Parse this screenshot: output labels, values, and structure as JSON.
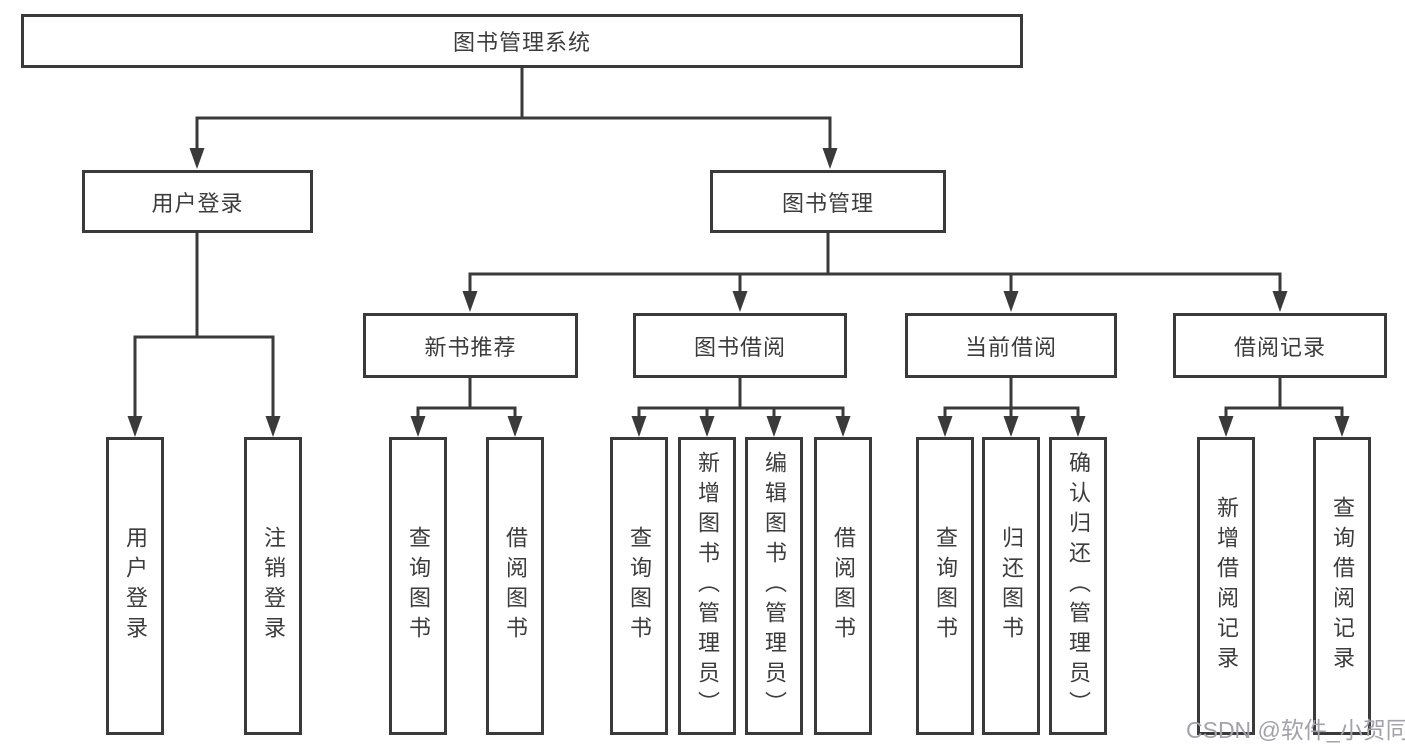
{
  "tree": {
    "root": {
      "label": "图书管理系统"
    },
    "branches": [
      {
        "label": "用户登录",
        "children": [
          {
            "label": "用户登录"
          },
          {
            "label": "注销登录"
          }
        ]
      },
      {
        "label": "图书管理",
        "children": [
          {
            "label": "新书推荐",
            "children": [
              {
                "label": "查询图书"
              },
              {
                "label": "借阅图书"
              }
            ]
          },
          {
            "label": "图书借阅",
            "children": [
              {
                "label": "查询图书"
              },
              {
                "label": "新增图书（管理员）"
              },
              {
                "label": "编辑图书（管理员）"
              },
              {
                "label": "借阅图书"
              }
            ]
          },
          {
            "label": "当前借阅",
            "children": [
              {
                "label": "查询图书"
              },
              {
                "label": "归还图书"
              },
              {
                "label": "确认归还（管理员）"
              }
            ]
          },
          {
            "label": "借阅记录",
            "children": [
              {
                "label": "新增借阅记录"
              },
              {
                "label": "查询借阅记录"
              }
            ]
          }
        ]
      }
    ]
  },
  "watermark": {
    "text": "CSDN @软件_小贺同学"
  },
  "colors": {
    "line": "#3a3a3a",
    "text": "#3c3c3c",
    "background": "#ffffff",
    "watermark": "#a2a2aa"
  }
}
